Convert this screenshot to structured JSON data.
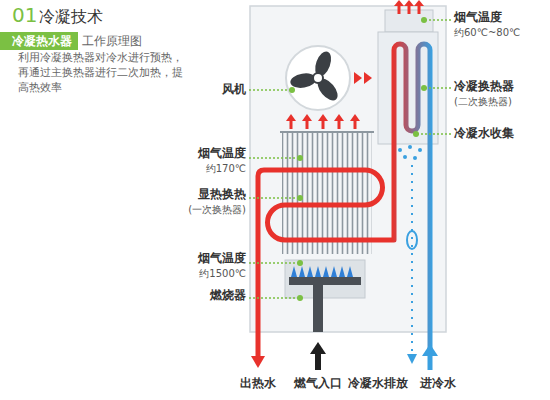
{
  "diagram": {
    "title": "冷凝技术",
    "nodes": [
      {
        "text": [
          "冷凝热水器",
          "工作原理图"
        ]
      }
    ],
    "labels": [
      "01",
      "利用冷凝换热器对冷水进行预热，再通过主换热器进行二次加热，提高热效率",
      "风机",
      "烟气温度",
      "约170℃",
      "显热换热",
      "(一次换热器)",
      "烟气温度",
      "约1500℃",
      "燃烧器",
      "烟气温度",
      "约60℃~80℃",
      "冷凝换热器",
      "(二次换热器)",
      "冷凝水收集",
      "出热水",
      "燃气入口",
      "冷凝水排放",
      "进冷水"
    ]
  }
}
